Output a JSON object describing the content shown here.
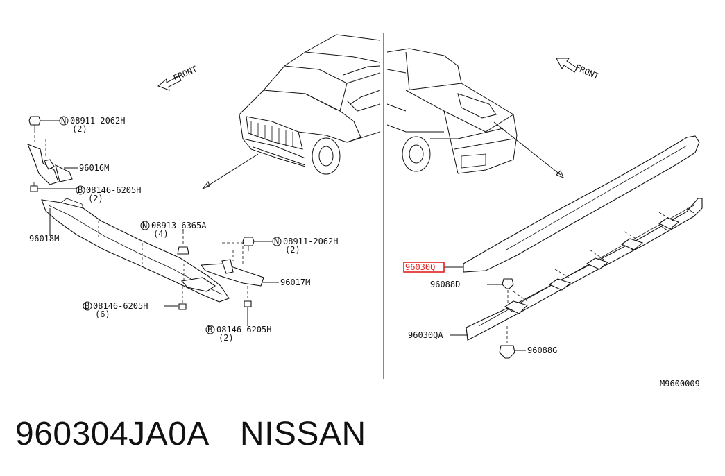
{
  "front_label": "FRONT",
  "callouts": {
    "n08911_left": {
      "code": "N",
      "part": "08911-2062H",
      "qty": "(2)"
    },
    "p96016M": {
      "part": "96016M"
    },
    "b08146_left_top": {
      "code": "B",
      "part": "08146-6205H",
      "qty": "(2)"
    },
    "p96018M": {
      "part": "96018M"
    },
    "n08913": {
      "code": "N",
      "part": "08913-6365A",
      "qty": "(4)"
    },
    "n08911_right": {
      "code": "N",
      "part": "08911-2062H",
      "qty": "(2)"
    },
    "p96017M": {
      "part": "96017M"
    },
    "b08146_mid": {
      "code": "B",
      "part": "08146-6205H",
      "qty": "(6)"
    },
    "b08146_bottom": {
      "code": "B",
      "part": "08146-6205H",
      "qty": "(2)"
    },
    "p96030Q": {
      "part": "96030Q",
      "highlight_color": "#e02020"
    },
    "p96088D": {
      "part": "96088D"
    },
    "p96030QA": {
      "part": "96030QA"
    },
    "p96088G": {
      "part": "96088G"
    }
  },
  "diagram_id": "M9600009",
  "caption": {
    "part_number": "960304JA0A",
    "brand": "NISSAN"
  }
}
